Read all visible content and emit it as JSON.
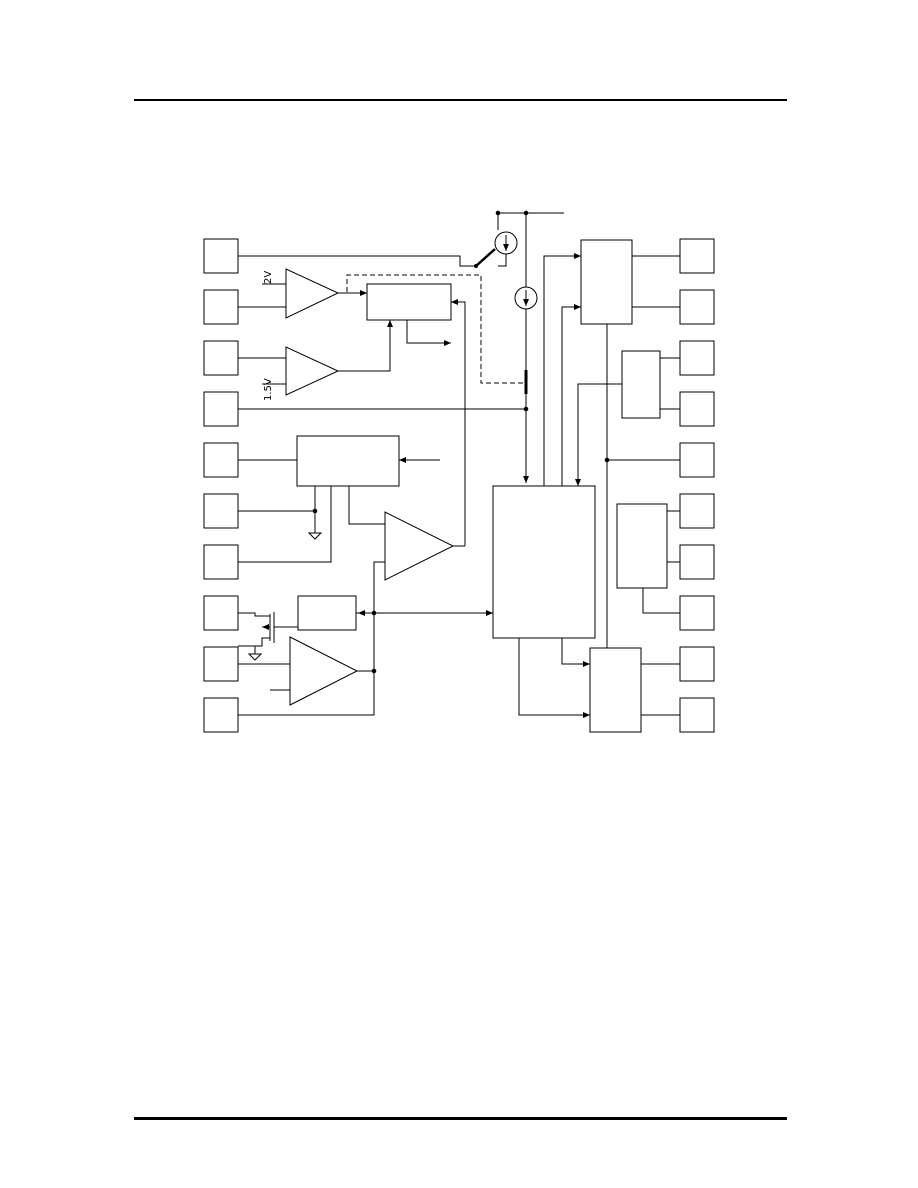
{
  "diagram": {
    "labels": {
      "ref_2v": "2V",
      "ref_1_5v": "1.5V"
    },
    "left_pin_count": 10,
    "right_pin_count": 10
  }
}
